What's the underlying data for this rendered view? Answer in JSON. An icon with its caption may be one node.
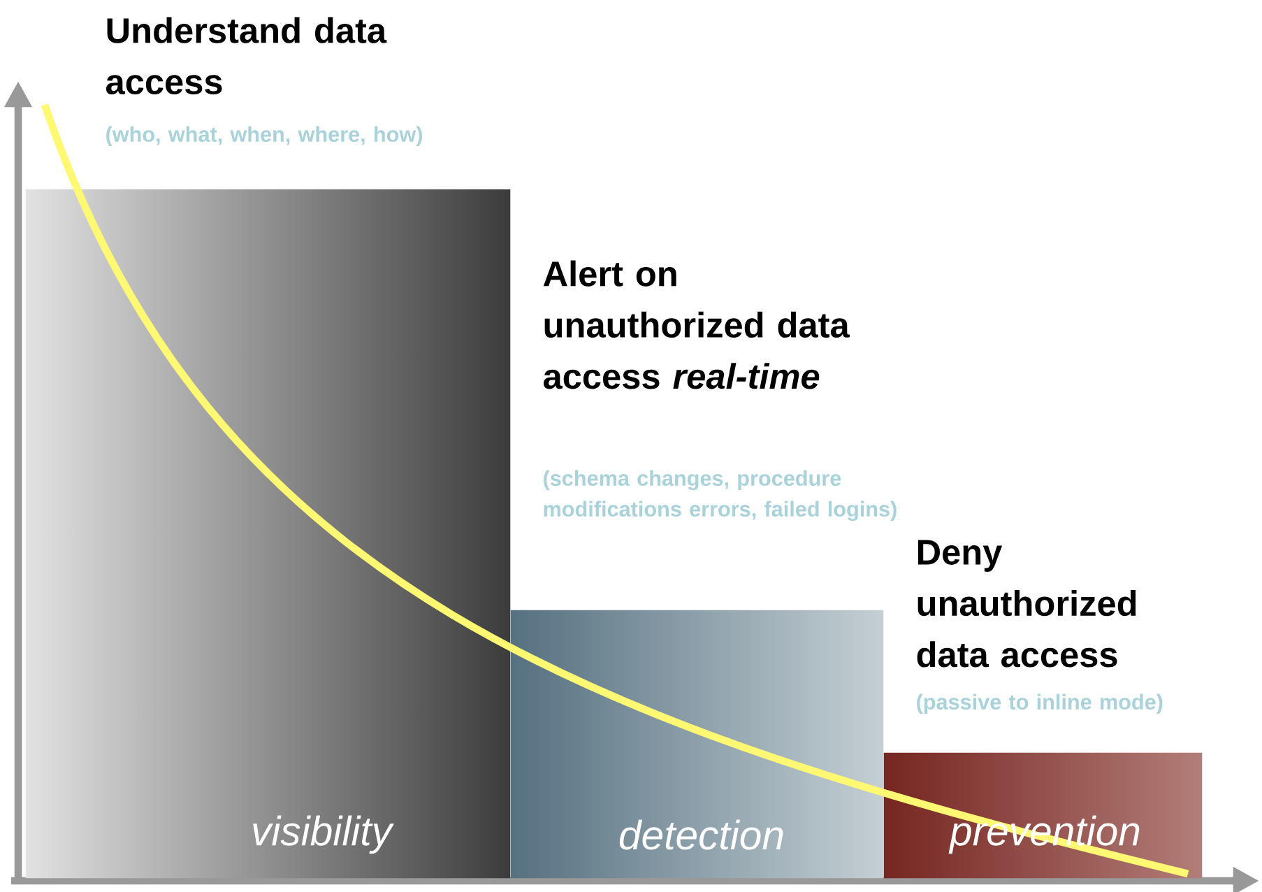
{
  "diagram": {
    "nodes": [
      {
        "text": [
          "Understand data access",
          "(who, what, when, where, how)",
          "visibility"
        ]
      },
      {
        "text": [
          "Alert on unauthorized data access *real-time*",
          "(schema changes, procedure modifications errors, failed logins)",
          "detection"
        ]
      },
      {
        "text": [
          "Deny unauthorized data access",
          "(passive to inline mode)",
          "prevention"
        ]
      }
    ]
  }
}
